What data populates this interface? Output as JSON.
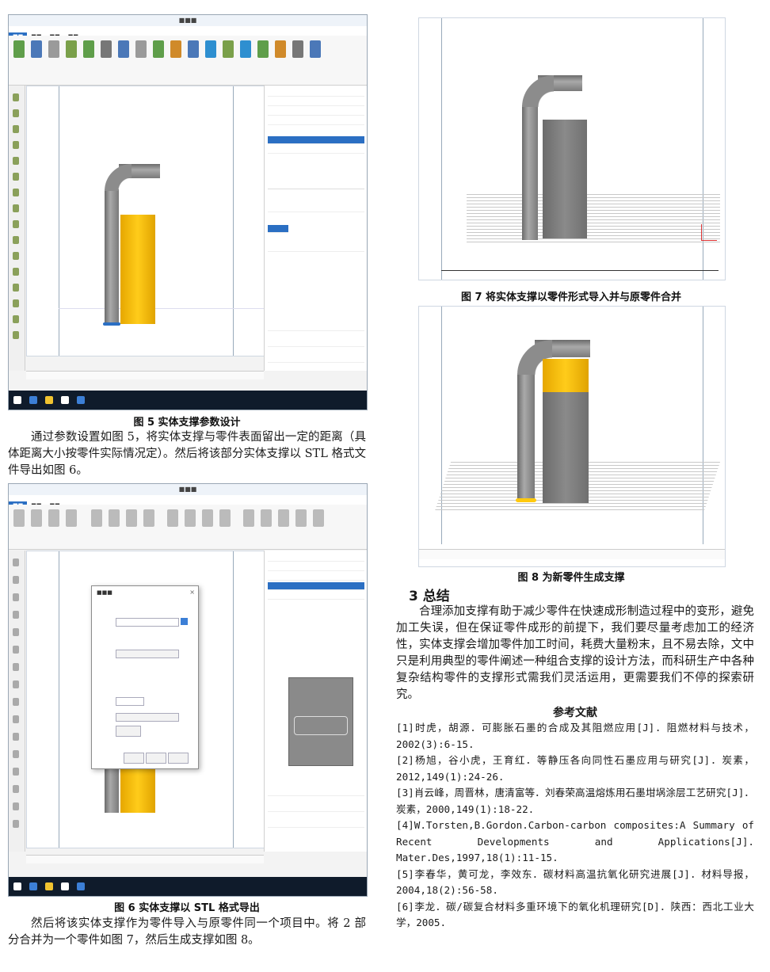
{
  "figures": {
    "fig5": {
      "caption": "图 5  实体支撑参数设计"
    },
    "fig6": {
      "caption": "图 6  实体支撑以 STL 格式导出"
    },
    "fig7": {
      "caption": "图 7  将实体支撑以零件形式导入并与原零件合并"
    },
    "fig8": {
      "caption": "图 8  为新零件生成支撑"
    }
  },
  "left_column": {
    "para1": "通过参数设置如图 5，将实体支撑与零件表面留出一定的距离（具体距离大小按零件实际情况定）。然后将该部分实体支撑以 STL 格式文件导出如图 6。",
    "para2": "然后将该实体支撑作为零件导入与原零件同一个项目中。将 2 部分合并为一个零件如图 7，然后生成支撑如图 8。"
  },
  "right_column": {
    "section_heading": "3  总结",
    "summary": "合理添加支撑有助于减少零件在快速成形制造过程中的变形，避免加工失误，但在保证零件成形的前提下，我们要尽量考虑加工的经济性，实体支撑会增加零件加工时间，耗费大量粉末，且不易去除，文中只是利用典型的零件阐述一种组合支撑的设计方法，而科研生产中各种复杂结构零件的支撑形式需我们灵活运用，更需要我们不停的探索研究。",
    "references_title": "参考文献",
    "references": [
      "[1]时虎，胡源．可膨胀石墨的合成及其阻燃应用[J]．阻燃材料与技术，2002(3):6-15.",
      "[2]杨旭，谷小虎，王育红．等静压各向同性石墨应用与研究[J]．炭素，2012,149(1):24-26.",
      "[3]肖云峰，周晋林，唐清富等．刘春荣高温熔炼用石墨坩埚涂层工艺研究[J]．炭素，2000,149(1):18-22.",
      "[4]W.Torsten,B.Gordon.Carbon-carbon composites:A Summary of Recent Developments and Applications[J]. Mater.Des,1997,18(1):11-15.",
      "[5]李春华，黄可龙，李效东．碳材料高温抗氧化研究进展[J]．材料导报，2004,18(2):56-58.",
      "[6]李龙．碳/碳复合材料多重环境下的氧化机理研究[D]．陕西：西北工业大学，2005."
    ]
  },
  "colors": {
    "support_yellow": "#ffc90e",
    "pipe_grey": "#8c8c8c",
    "selection_blue": "#2b6fc3",
    "taskbar": "#0f1b2b"
  }
}
